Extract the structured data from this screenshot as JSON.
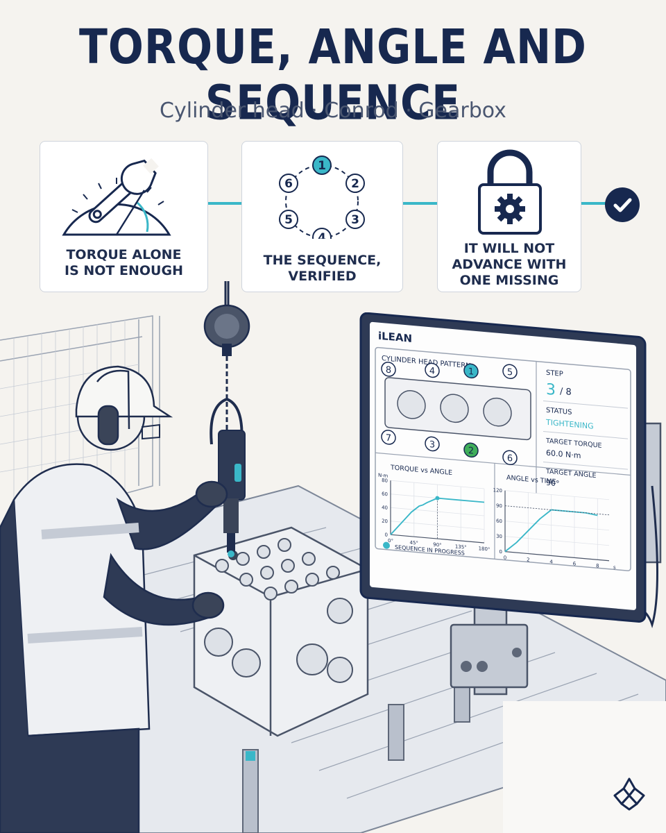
{
  "header": {
    "title": "TORQUE, ANGLE AND SEQUENCE",
    "subtitle": "Cylinder head · Conrod · Gearbox"
  },
  "cards": [
    {
      "line1": "TORQUE ALONE",
      "line2": "IS NOT ENOUGH",
      "line3": "",
      "icon": "wrench-protractor-icon"
    },
    {
      "line1": "THE SEQUENCE,",
      "line2": "VERIFIED",
      "line3": "",
      "icon": "bolt-sequence-icon",
      "sequence": [
        "1",
        "2",
        "3",
        "4",
        "5",
        "6"
      ]
    },
    {
      "line1": "IT WILL NOT",
      "line2": "ADVANCE WITH",
      "line3": "ONE MISSING",
      "icon": "padlock-gear-icon"
    }
  ],
  "check_icon": "checkmark-icon",
  "monitor": {
    "brand": "iLEAN",
    "pattern_title": "CYLINDER HEAD PATTERN",
    "bolts_top": [
      "8",
      "4",
      "1",
      "5"
    ],
    "bolts_bottom": [
      "7",
      "3",
      "2",
      "6"
    ],
    "step_label": "STEP",
    "step_value": "3",
    "step_total": "/ 8",
    "status_label": "STATUS",
    "status_value": "TIGHTENING",
    "torque_label": "TARGET TORQUE",
    "torque_value": "60.0 N·m",
    "angle_label": "TARGET ANGLE",
    "angle_value": "90°",
    "legend": "SEQUENCE IN PROGRESS",
    "colors": {
      "accent": "#3ab7c8",
      "done": "#3fae5a",
      "navy": "#17284f"
    }
  },
  "chart_data": [
    {
      "type": "line",
      "title": "TORQUE vs ANGLE",
      "ylabel": "N·m",
      "xlabel": "",
      "x_ticks": [
        "0°",
        "45°",
        "90°",
        "135°",
        "180°"
      ],
      "y_ticks": [
        "0",
        "20",
        "40",
        "60",
        "80"
      ],
      "xlim": [
        0,
        180
      ],
      "ylim": [
        0,
        80
      ],
      "series": [
        {
          "x": [
            0,
            20,
            40,
            55,
            62,
            70,
            90,
            110,
            135,
            180
          ],
          "y": [
            0,
            18,
            36,
            46,
            48,
            52,
            60,
            60,
            60,
            60
          ]
        }
      ]
    },
    {
      "type": "line",
      "title": "ANGLE vs TIME",
      "ylabel": "",
      "xlabel": "s",
      "x_ticks": [
        "0",
        "2",
        "4",
        "6",
        "8"
      ],
      "y_ticks": [
        "0",
        "30",
        "60",
        "90",
        "120"
      ],
      "xlim": [
        0,
        9
      ],
      "ylim": [
        0,
        120
      ],
      "series": [
        {
          "x": [
            0,
            1,
            2,
            3,
            4,
            5,
            6,
            7,
            8
          ],
          "y": [
            0,
            20,
            45,
            70,
            90,
            90,
            90,
            90,
            87
          ]
        }
      ]
    }
  ]
}
